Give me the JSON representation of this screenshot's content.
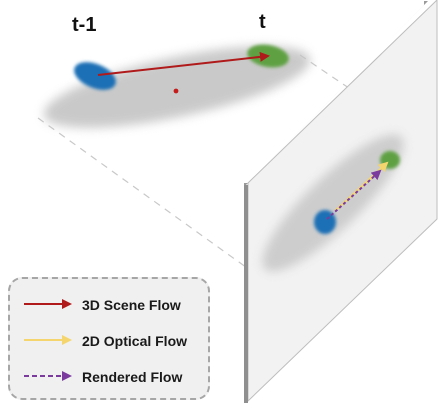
{
  "labels": {
    "previous_frame": "t-1",
    "current_frame": "t"
  },
  "legend": {
    "items": [
      {
        "label": "3D Scene Flow",
        "style": "solid",
        "color": "#b01a1a"
      },
      {
        "label": "2D Optical Flow",
        "style": "solid",
        "color": "#f5d66e"
      },
      {
        "label": "Rendered Flow",
        "style": "dashed",
        "color": "#7a3a9e"
      }
    ]
  },
  "colors": {
    "blob_previous": "#1a6fb5",
    "blob_current": "#5fa142",
    "shadow": "#c9c9c9",
    "plane": "#f2f2f2"
  }
}
